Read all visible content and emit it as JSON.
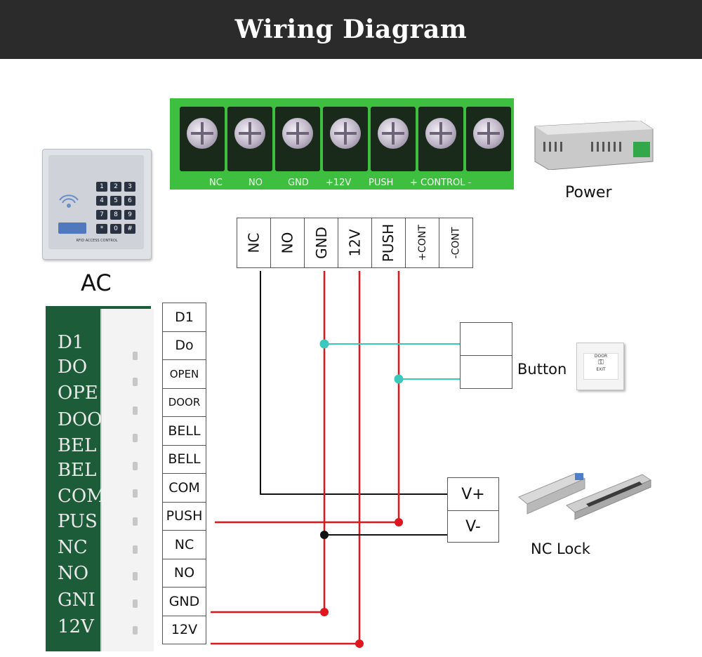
{
  "title": "Wiring Diagram",
  "terminal_block": {
    "labels": [
      "NC",
      "NO",
      "GND",
      "+12V",
      "PUSH",
      "+ CONTROL -"
    ]
  },
  "power": {
    "label": "Power"
  },
  "keypad": {
    "keys": [
      "1",
      "2",
      "3",
      "4",
      "5",
      "6",
      "7",
      "8",
      "9",
      "*",
      "0",
      "#"
    ],
    "caption": "RFID ACCESS CONTROL"
  },
  "ac_label": "AC",
  "board": {
    "labels": [
      "D1",
      "DO",
      "OPE",
      "DOO",
      "BEL",
      "BEL",
      "COM",
      "PUS",
      "NC",
      "NO",
      "GNI",
      "12V"
    ]
  },
  "pin_labels": [
    "D1",
    "Do",
    "OPEN",
    "DOOR",
    "BELL",
    "BELL",
    "COM",
    "PUSH",
    "NC",
    "NO",
    "GND",
    "12V"
  ],
  "terminals": [
    "NC",
    "NO",
    "GND",
    "12V",
    "PUSH",
    "+CONT",
    "-CONT"
  ],
  "button": {
    "label": "Button",
    "plate_text": [
      "DOOR",
      "EXIT"
    ]
  },
  "lock": {
    "label": "NC Lock",
    "terminals": [
      "V+",
      "V-"
    ]
  },
  "colors": {
    "red_wire": "#e0161e",
    "black_wire": "#111111",
    "teal_wire": "#3cc9bb",
    "board_green": "#1d5c39",
    "terminal_green": "#3fbf3f"
  }
}
